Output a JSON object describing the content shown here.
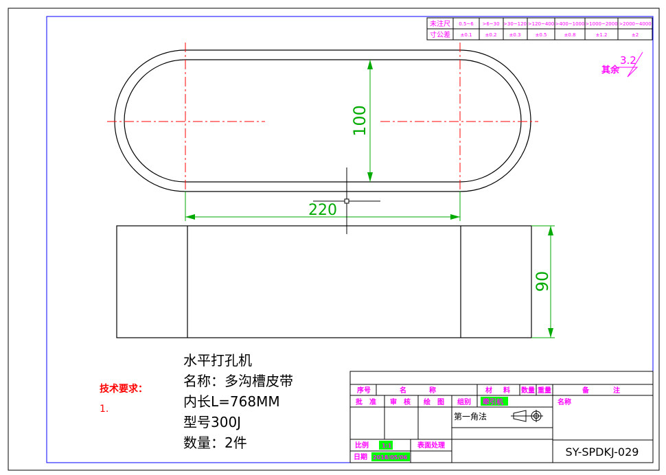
{
  "tolerance_table": {
    "row1_label": "未注尺",
    "row2_label": "寸公差",
    "ranges": [
      "0.5~6",
      ">6~30",
      ">30~120",
      ">120~400",
      ">400~1000",
      ">1000~2000",
      ">2000~4000"
    ],
    "tolerances": [
      "±0.1",
      "±0.2",
      "±0.3",
      "±0.5",
      "±0.8",
      "±1.2",
      "±2"
    ]
  },
  "roughness": {
    "label": "其余",
    "value": "3.2"
  },
  "dimensions": {
    "height_top": "100",
    "width": "220",
    "height_side": "90"
  },
  "notes": {
    "machine": "水平打孔机",
    "name": "名称：多沟槽皮带",
    "inner_length": "内长L=768MM",
    "model": "型号300J",
    "quantity": "数量：2件"
  },
  "tech_requirements": {
    "title": "技术要求：",
    "item": "1."
  },
  "title_block": {
    "seq": "序号",
    "name": "名",
    "name2": "称",
    "material": "材",
    "material2": "料",
    "qty": "数量",
    "weight": "重量",
    "remarks": "备",
    "remarks2": "注",
    "approve": "批　准",
    "review": "审　核",
    "draw": "绘　图",
    "group": "组别",
    "group_value": "牵引机",
    "part_name": "名称",
    "projection": "第一角法",
    "scale_label": "比例",
    "scale_value": "1:1",
    "surface": "表面处理",
    "date_label": "日期",
    "date_value": "2018/05/06",
    "drawing_no": "SY-SPDKJ-029"
  },
  "colors": {
    "outline": "#000000",
    "border_blue": "#0000ff",
    "center_line": "#ff0000",
    "dimension": "#00aa00",
    "annotation": "#ff00ff",
    "highlight": "#00ff00"
  }
}
